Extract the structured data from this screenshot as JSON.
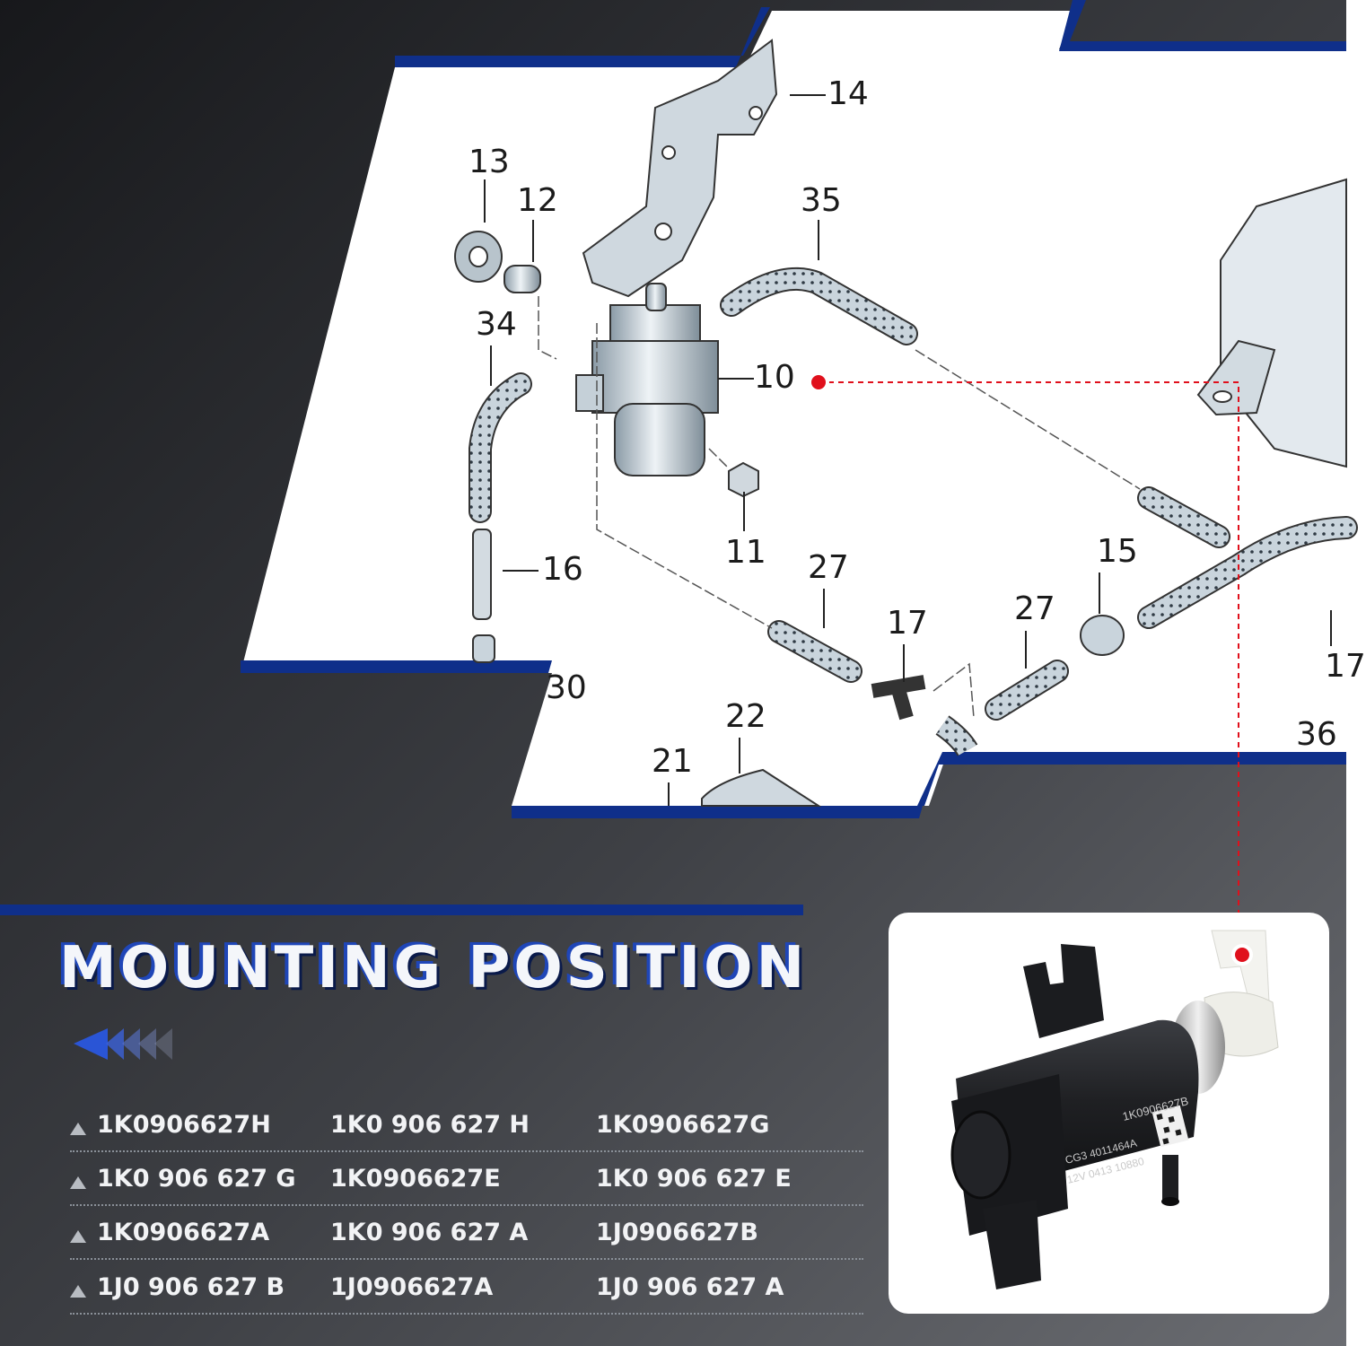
{
  "heading": "MOUNTING POSITION",
  "diagram_callouts": [
    "14",
    "13",
    "12",
    "35",
    "34",
    "10",
    "11",
    "16",
    "27",
    "17",
    "27",
    "15",
    "30",
    "22",
    "21",
    "36",
    "17"
  ],
  "product_label": {
    "part_no": "1K0906627B",
    "line1": "CG3  4011464A",
    "line2": "12V  0413  10880"
  },
  "part_numbers": [
    [
      "1K0906627H",
      "1K0 906 627 H",
      "1K0906627G"
    ],
    [
      "1K0 906 627 G",
      "1K0906627E",
      "1K0 906 627 E"
    ],
    [
      "1K0906627A",
      "1K0 906 627 A",
      "1J0906627B"
    ],
    [
      "1J0 906 627 B",
      "1J0906627A",
      "1J0 906 627 A"
    ]
  ],
  "colors": {
    "accent_blue": "#0f2f8a",
    "marker_red": "#e0101c",
    "bg_dark": "#1c1d21",
    "bg_light": "#5f6166"
  }
}
